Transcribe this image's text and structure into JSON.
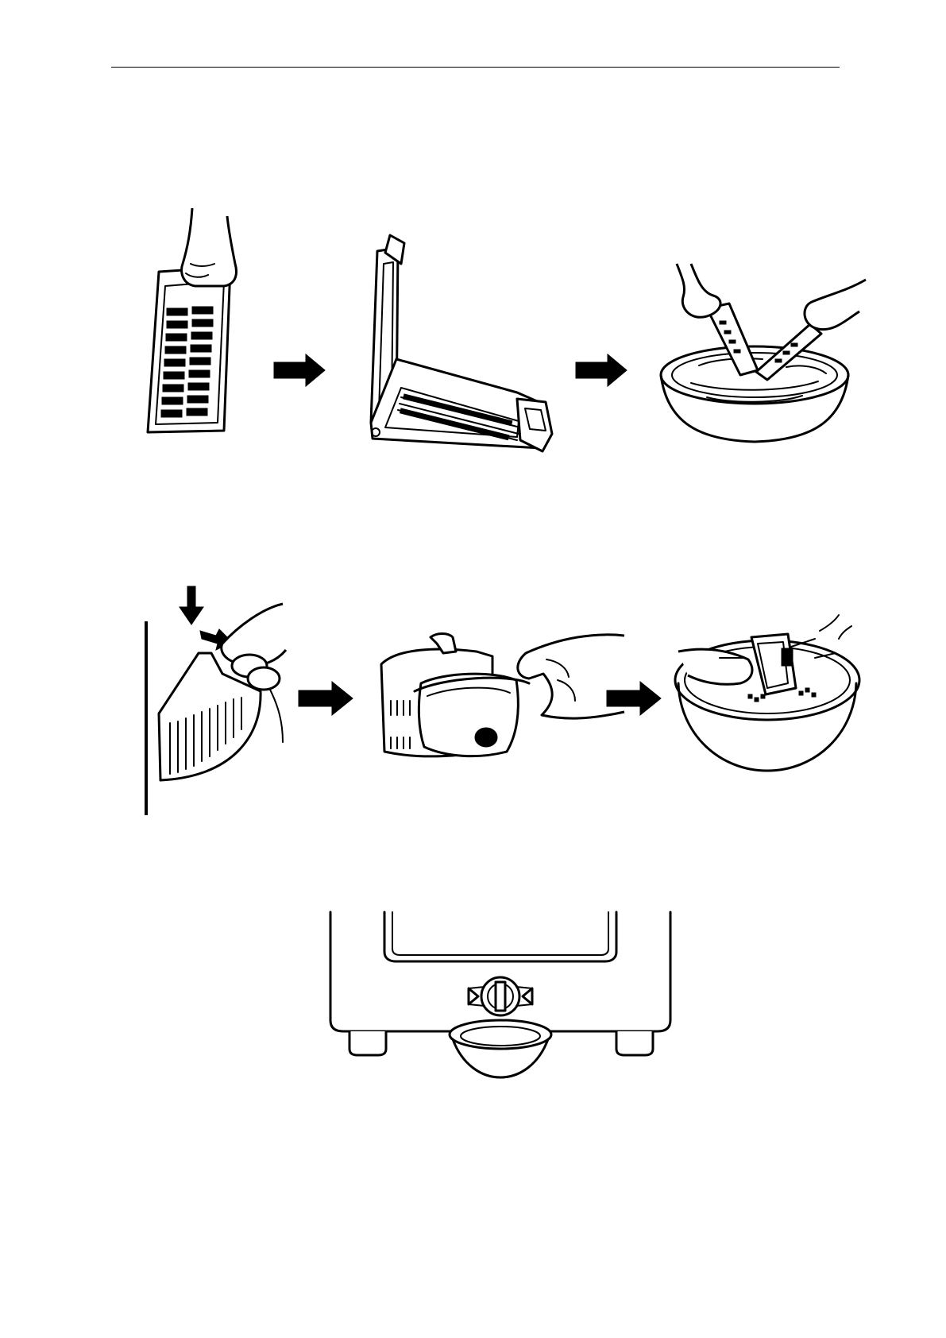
{
  "page": {
    "kind": "appliance manual page",
    "header_rule": true
  },
  "figures": {
    "row1": [
      "lint-filter-removed-by-hand",
      "lint-filter-opened",
      "lint-filter-washed-in-basin"
    ],
    "row2": [
      "drain-filter-pressed-and-pulled",
      "drain-filter-opened",
      "drain-filter-washed-in-basin"
    ],
    "row3": [
      "machine-front-drain-pump-with-dish"
    ]
  },
  "icons": {
    "step_arrow": "right-arrow-icon",
    "press_arrow": "down-arrow-icon",
    "turn_arrows": "left-right-arrow-icon"
  },
  "colors": {
    "ink": "#000000",
    "paper": "#ffffff"
  }
}
